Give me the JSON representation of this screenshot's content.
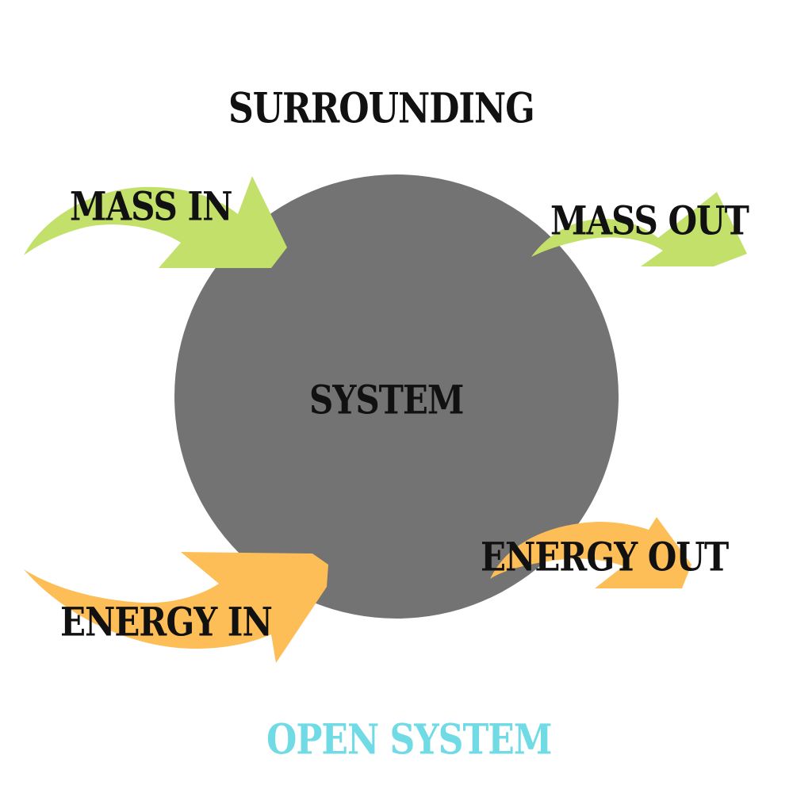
{
  "diagram": {
    "surrounding_label": "SURROUNDING",
    "system_label": "SYSTEM",
    "mass_in_label": "MASS IN",
    "mass_out_label": "MASS OUT",
    "energy_in_label": "ENERGY IN",
    "energy_out_label": "ENERGY OUT",
    "title": "OPEN SYSTEM"
  },
  "colors": {
    "system_fill": "#737373",
    "mass_arrow": "#c3e06b",
    "energy_arrow": "#fdbd57",
    "title": "#70dbe4",
    "text": "#111111",
    "background": "#ffffff"
  },
  "icons": {
    "mass_in": "curved-arrow-right-icon",
    "mass_out": "curved-arrow-right-icon",
    "energy_in": "curved-arrow-right-icon",
    "energy_out": "curved-arrow-right-icon"
  }
}
